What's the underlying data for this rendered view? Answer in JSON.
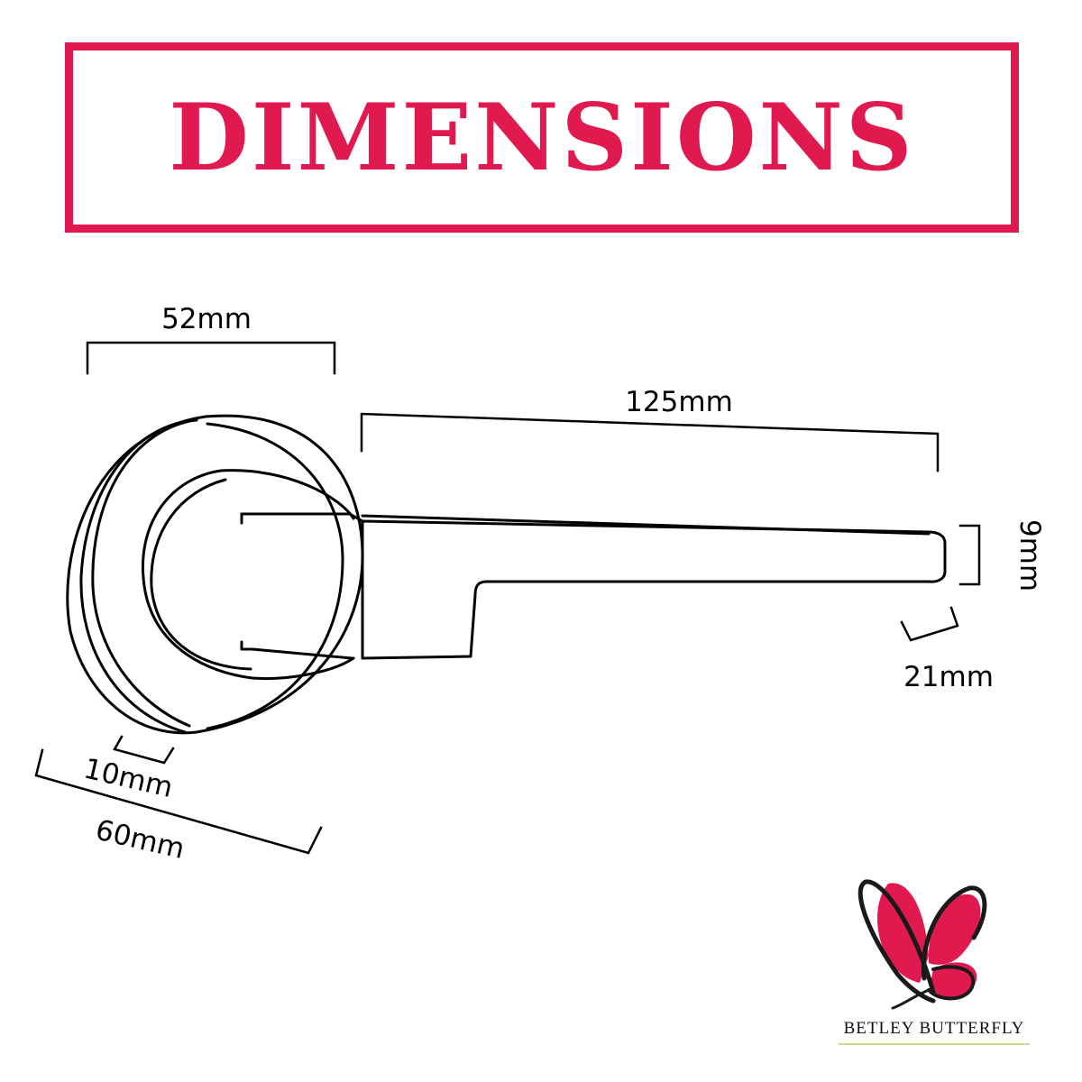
{
  "header": {
    "title": "DIMENSIONS"
  },
  "dimensions": {
    "rose_depth": "52mm",
    "lever_length": "125mm",
    "lever_tip_height": "9mm",
    "lever_tip_width": "21mm",
    "rose_thickness": "10mm",
    "rose_diameter": "60mm"
  },
  "brand": {
    "name": "BETLEY BUTTERFLY",
    "accent_color": "#e0194f",
    "underline_color": "#cfd98a"
  },
  "colors": {
    "title": "#e0194f",
    "line": "#000000"
  }
}
